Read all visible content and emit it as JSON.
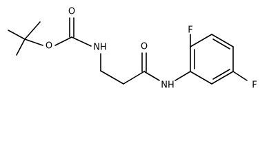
{
  "molecule": {
    "atoms": {
      "o_ester": "O",
      "o_carbonyl_carbamate": "O",
      "nh_carbamate": "NH",
      "o_amide": "O",
      "nh_amide": "NH",
      "f_ortho": "F",
      "f_meta": "F"
    }
  }
}
